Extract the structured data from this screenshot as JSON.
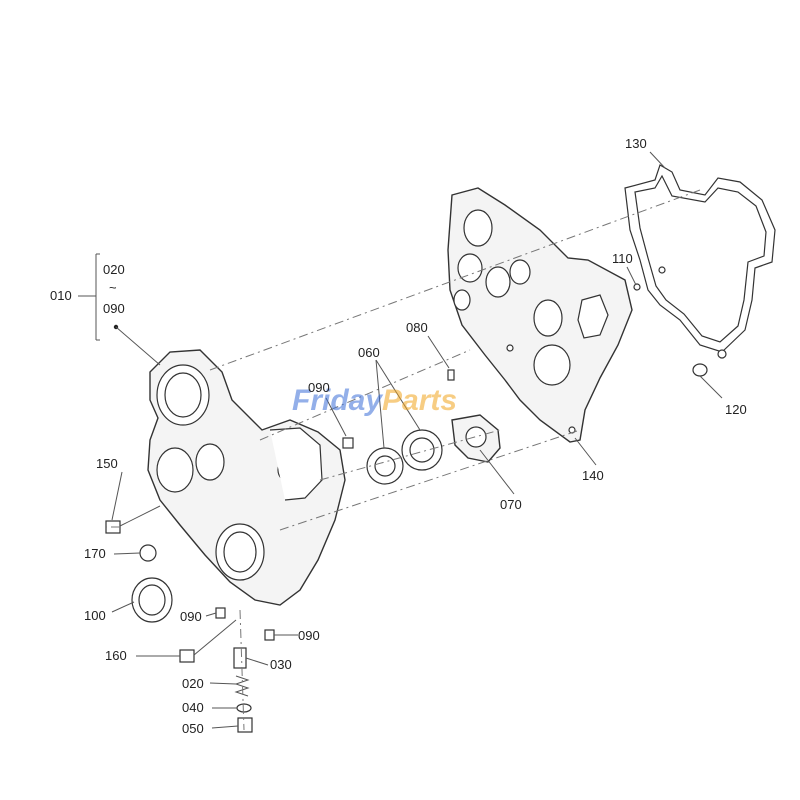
{
  "watermark": {
    "part1": "Friday",
    "part2": "Parts",
    "color1": "#3b6fd8",
    "color2": "#f2a51f"
  },
  "labels": {
    "l010": "010",
    "l020_top": "020",
    "tilde": "~",
    "l090_top": "090",
    "l130": "130",
    "l110": "110",
    "l120": "120",
    "l080": "080",
    "l060": "060",
    "l090_mid": "090",
    "l140": "140",
    "l070": "070",
    "l150": "150",
    "l170": "170",
    "l100": "100",
    "l090_low_left": "090",
    "l090_low_right": "090",
    "l160": "160",
    "l030": "030",
    "l020_bottom": "020",
    "l040": "040",
    "l050": "050"
  }
}
